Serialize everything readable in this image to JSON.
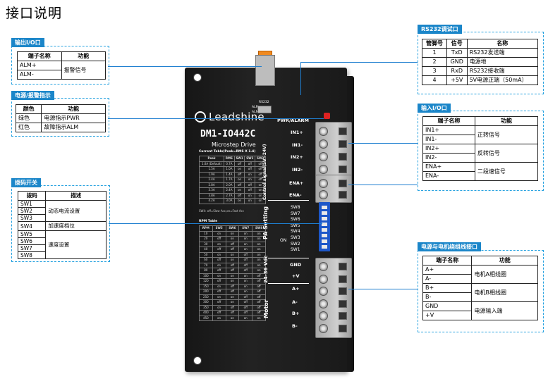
{
  "page_title": "接口说明",
  "alarm_io": {
    "label": "输出I/O口",
    "headers": [
      "端子名称",
      "功能"
    ],
    "rows": [
      {
        "pin": "ALM+",
        "function": "报警信号"
      },
      {
        "pin": "ALM-",
        "function": ""
      }
    ]
  },
  "power_alarm_indicator": {
    "label": "电源/报警指示",
    "headers": [
      "颜色",
      "功能"
    ],
    "rows": [
      {
        "color": "绿色",
        "function": "电源指示PWR"
      },
      {
        "color": "红色",
        "function": "故障指示ALM"
      }
    ]
  },
  "dip_switch": {
    "label": "拨码开关",
    "headers": [
      "拨码",
      "描述"
    ],
    "switches": [
      "SW1",
      "SW2",
      "SW3",
      "SW4",
      "SW5",
      "SW6",
      "SW7",
      "SW8"
    ],
    "groups": [
      {
        "description": "动态电流设置"
      },
      {
        "description": "加速度档位"
      },
      {
        "description": "速度设置"
      }
    ]
  },
  "rs232": {
    "label": "RS232调试口",
    "headers": [
      "管脚号",
      "信号",
      "名称"
    ],
    "rows": [
      {
        "pin": "1",
        "signal": "TxD",
        "name": "RS232发送端"
      },
      {
        "pin": "2",
        "signal": "GND",
        "name": "电源地"
      },
      {
        "pin": "3",
        "signal": "RxD",
        "name": "RS232接收端"
      },
      {
        "pin": "4",
        "signal": "+5V",
        "name": "5V电源正端（50mA）"
      }
    ]
  },
  "input_io": {
    "label": "输入I/O口",
    "headers": [
      "端子名称",
      "功能"
    ],
    "pins": [
      "IN1+",
      "IN1-",
      "IN2+",
      "IN2-",
      "ENA+",
      "ENA-"
    ],
    "functions": [
      "正转信号",
      "反转信号",
      "二段速信号"
    ]
  },
  "power_motor": {
    "label": "电源与电机绕组线接口",
    "headers": [
      "端子名称",
      "功能"
    ],
    "pins": [
      "A+",
      "A-",
      "B+",
      "B-",
      "GND",
      "+V"
    ],
    "functions": [
      "电机A相线圈",
      "电机B相线圈",
      "电源输入端"
    ]
  },
  "driver": {
    "brand": "Leadshine",
    "model": "DM1-IO442C",
    "subtitle": "Microstep Drive",
    "pwr_alarm": "PWR/ALARM",
    "rs232_tag": "RS232",
    "alm_tags": [
      "ALM-",
      "ALM+"
    ],
    "control_signal": "Control signal(5V~24V)",
    "in_labels": [
      "IN1+",
      "IN1-",
      "IN2+",
      "IN2-",
      "ENA+",
      "ENA-"
    ],
    "pa_setting": "PA Setting",
    "sw_labels": [
      "SW8",
      "SW7",
      "SW6",
      "SW5",
      "SW4",
      "SW3",
      "SW2",
      "SW1"
    ],
    "on_label": "ON",
    "voltage": "24-36 Vdc",
    "power_labels": [
      "GND",
      "+V"
    ],
    "motor_title": "Motor",
    "motor_labels": [
      "A+",
      "A-",
      "B+",
      "B-"
    ],
    "current_table": {
      "title": "Current Table(Peak=RMS X 1.4)",
      "headers": [
        "Peak",
        "RMS",
        "SW1",
        "SW2",
        "SW3"
      ],
      "rows": [
        [
          "1.0A (Default)",
          "0.7A",
          "off",
          "off",
          "off"
        ],
        [
          "1.5A",
          "1.0A",
          "on",
          "off",
          "off"
        ],
        [
          "1.9A",
          "1.4A",
          "off",
          "on",
          "off"
        ],
        [
          "2.4A",
          "1.7A",
          "on",
          "on",
          "off"
        ],
        [
          "2.8A",
          "2.0A",
          "off",
          "off",
          "on"
        ],
        [
          "3.3A",
          "2.4A",
          "on",
          "off",
          "on"
        ],
        [
          "3.8A",
          "2.7A",
          "off",
          "on",
          "on"
        ],
        [
          "4.2A",
          "3.0A",
          "on",
          "on",
          "on"
        ]
      ],
      "note": "SW4: off=Slow Acc,on=Fast Acc"
    },
    "rpm_table": {
      "title": "RPM Table",
      "headers": [
        "RPM",
        "SW5",
        "SW6",
        "SW7",
        "SW8"
      ],
      "rows": [
        [
          "10",
          "on",
          "on",
          "on",
          "on"
        ],
        [
          "20",
          "off",
          "on",
          "on",
          "on"
        ],
        [
          "30",
          "on",
          "off",
          "on",
          "on"
        ],
        [
          "40",
          "off",
          "off",
          "on",
          "on"
        ],
        [
          "50",
          "on",
          "on",
          "off",
          "on"
        ],
        [
          "60",
          "off",
          "on",
          "off",
          "on"
        ],
        [
          "70",
          "on",
          "off",
          "off",
          "on"
        ],
        [
          "80",
          "off",
          "off",
          "off",
          "on"
        ],
        [
          "100",
          "on",
          "on",
          "on",
          "off"
        ],
        [
          "120",
          "off",
          "on",
          "on",
          "off"
        ],
        [
          "150",
          "on",
          "off",
          "on",
          "off"
        ],
        [
          "200",
          "off",
          "off",
          "on",
          "off"
        ],
        [
          "250",
          "on",
          "on",
          "off",
          "off"
        ],
        [
          "300",
          "off",
          "on",
          "off",
          "off"
        ],
        [
          "350",
          "on",
          "off",
          "off",
          "off"
        ],
        [
          "400",
          "off",
          "off",
          "off",
          "off"
        ],
        [
          "450",
          "on",
          "on",
          "on",
          "on"
        ]
      ]
    }
  },
  "colors": {
    "panel_border": "#29a3e0",
    "label_bg": "#1b86c9",
    "connector_line": "#1f7fd0",
    "dip_blue": "#1d57c8",
    "terminal_grey": "#bdbdbd",
    "alarm_orange": "#f08a21",
    "led_red": "#dd2222"
  }
}
